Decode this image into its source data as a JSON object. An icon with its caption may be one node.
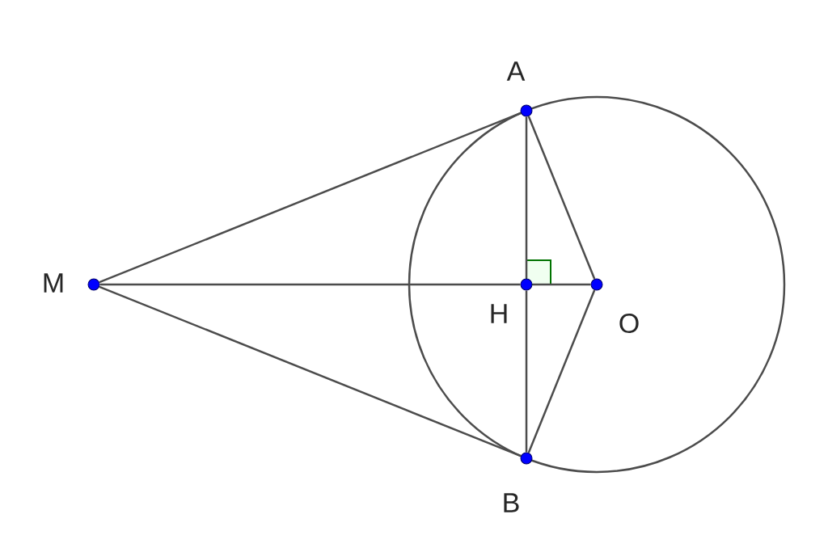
{
  "diagram": {
    "nodes": [
      {
        "text": [
          "M"
        ]
      },
      {
        "text": [
          "A"
        ]
      },
      {
        "text": [
          "H"
        ]
      },
      {
        "text": [
          "O"
        ]
      },
      {
        "text": [
          "B"
        ]
      }
    ],
    "edges": [
      {
        "from": 0,
        "to": 1,
        "arrow": "none"
      },
      {
        "from": 0,
        "to": 4,
        "arrow": "none"
      },
      {
        "from": 0,
        "to": 2,
        "arrow": "none"
      },
      {
        "from": 2,
        "to": 3,
        "arrow": "none"
      },
      {
        "from": 1,
        "to": 2,
        "arrow": "none"
      },
      {
        "from": 2,
        "to": 4,
        "arrow": "none"
      },
      {
        "from": 1,
        "to": 3,
        "arrow": "none"
      },
      {
        "from": 4,
        "to": 3,
        "arrow": "none"
      }
    ]
  }
}
